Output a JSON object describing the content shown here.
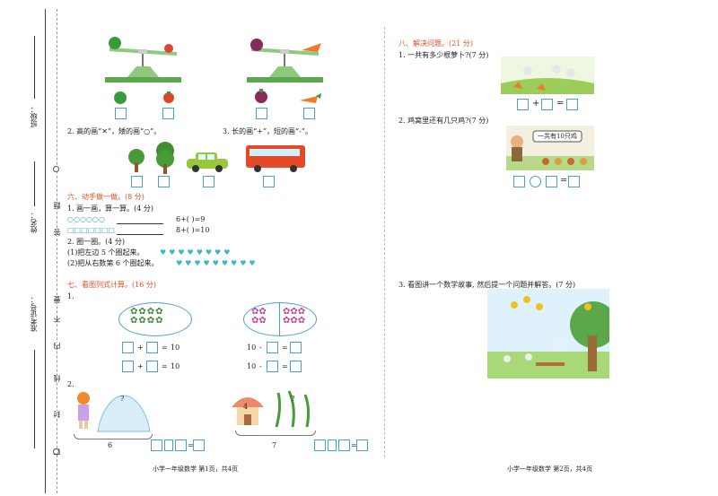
{
  "binding_margin": {
    "class_label": "班级：",
    "name_label": "姓名：",
    "exam_no_label": "准考证号：",
    "seal_chars": [
      "题",
      "答",
      "要",
      "不",
      "内",
      "线",
      "封",
      "密"
    ]
  },
  "left": {
    "item2": "2. 高的画“✕”，矮的画“○”。",
    "item3": "3. 长的画“+”，短的画“-”。",
    "sec6_title": "六、动手做一做。(8 分)",
    "s6_q1": "1. 画一画，算一算。(4 分)",
    "circles_row": "○○○○○○",
    "squares_row": "□□□□□□□",
    "eq1": "6+(      )=9",
    "eq2": "8+(      )=10",
    "s6_q2": "2. 圈一圈。(4 分)",
    "s6_q2a": "(1)把左边 5 个圈起来。",
    "s6_q2b": "(2)把从右数第 6 个圈起来。",
    "hearts1": "♥♥♥♥♥♥♥♥",
    "hearts2": "♥♥♥♥♥♥♥♥♥",
    "sec7_title": "七、看图列式计算。(16 分)",
    "s7_q1": "1.",
    "s7_q2": "2.",
    "plus": "+",
    "eq_sign": "=",
    "ten_a": "10",
    "ten_b": "10",
    "ten_c": "10",
    "ten_d": "10",
    "minus": "-",
    "q_mark1": "?",
    "q_mark2": "?",
    "num6": "6",
    "num7": "7",
    "num4": "4",
    "footer": "小学一年级数学    第1页，共4页"
  },
  "right": {
    "sec8_title": "八、解决问题。(21 分)",
    "q1": "1. 一共有多少根萝卜?(7 分)",
    "q2": "2. 鸡窝里还有几只鸡?(7 分)",
    "q3": "3. 看图讲一个数学故事, 然后提一个问题并解答。(7 分)",
    "sign_text": "一共有10只鸡",
    "plus": "+",
    "eq_sign": "=",
    "footer": "小学一年级数学   第2页，共4页"
  }
}
